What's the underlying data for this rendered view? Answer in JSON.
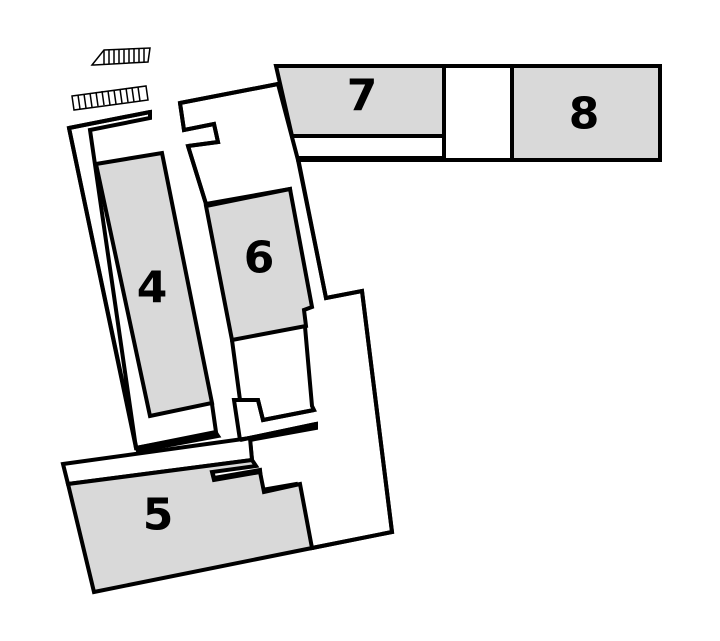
{
  "buildings": [
    {
      "id": "building-4",
      "label": "4"
    },
    {
      "id": "building-5",
      "label": "5"
    },
    {
      "id": "building-6",
      "label": "6"
    },
    {
      "id": "building-7",
      "label": "7"
    },
    {
      "id": "building-8",
      "label": "8"
    }
  ],
  "colors": {
    "building_fill": "#d9d9d9",
    "outline": "#000000",
    "background": "#ffffff"
  },
  "icons": [
    "stairs-icon"
  ]
}
